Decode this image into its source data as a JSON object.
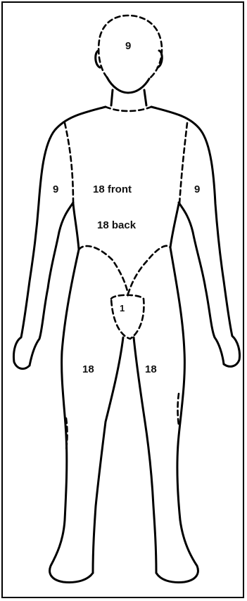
{
  "diagram": {
    "labels": {
      "head": "9",
      "right_arm": "9",
      "left_arm": "9",
      "trunk_front": "18 front",
      "trunk_back": "18 back",
      "genitals": "1",
      "right_leg": "18",
      "left_leg": "18"
    },
    "colors": {
      "line": "#000000",
      "background": "#ffffff"
    }
  }
}
